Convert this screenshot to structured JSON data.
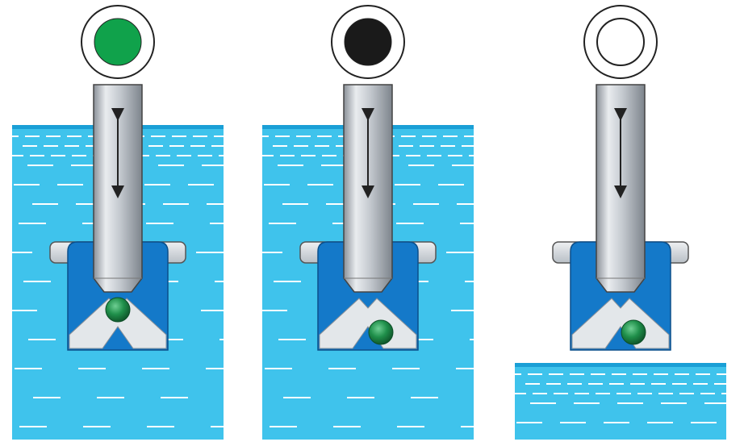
{
  "colors": {
    "water": "#3fc3ec",
    "water_surface": "#1a9fd6",
    "housing": "#1479c9",
    "rod": "#c9ced4",
    "ball": "#1f8f4a",
    "indicator_green": "#10a24b",
    "indicator_black": "#1a1a1a",
    "indicator_white": "#ffffff"
  },
  "panels": [
    {
      "indicator": "green",
      "ball": "seated",
      "water": "high"
    },
    {
      "indicator": "black",
      "ball": "unseated",
      "water": "high"
    },
    {
      "indicator": "white",
      "ball": "unseated",
      "water": "low"
    }
  ]
}
